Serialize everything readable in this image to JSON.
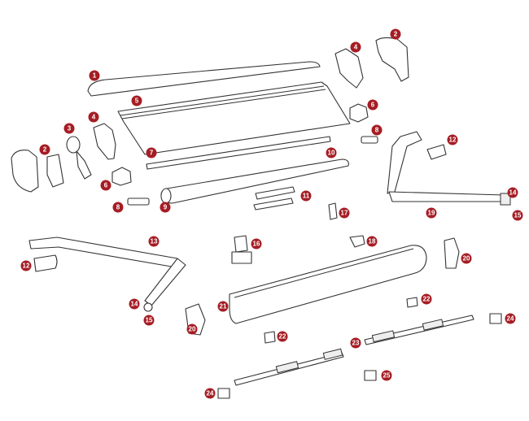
{
  "diagram": {
    "title": "Awning exploded parts view",
    "badge_color": "#a51d24",
    "callouts": [
      "1",
      "2",
      "4",
      "5",
      "6",
      "4",
      "3",
      "8",
      "2",
      "7",
      "10",
      "12",
      "6",
      "11",
      "8",
      "9",
      "14",
      "15",
      "19",
      "17",
      "13",
      "16",
      "18",
      "12",
      "20",
      "22",
      "21",
      "14",
      "24",
      "15",
      "20",
      "22",
      "23",
      "25",
      "24"
    ]
  }
}
